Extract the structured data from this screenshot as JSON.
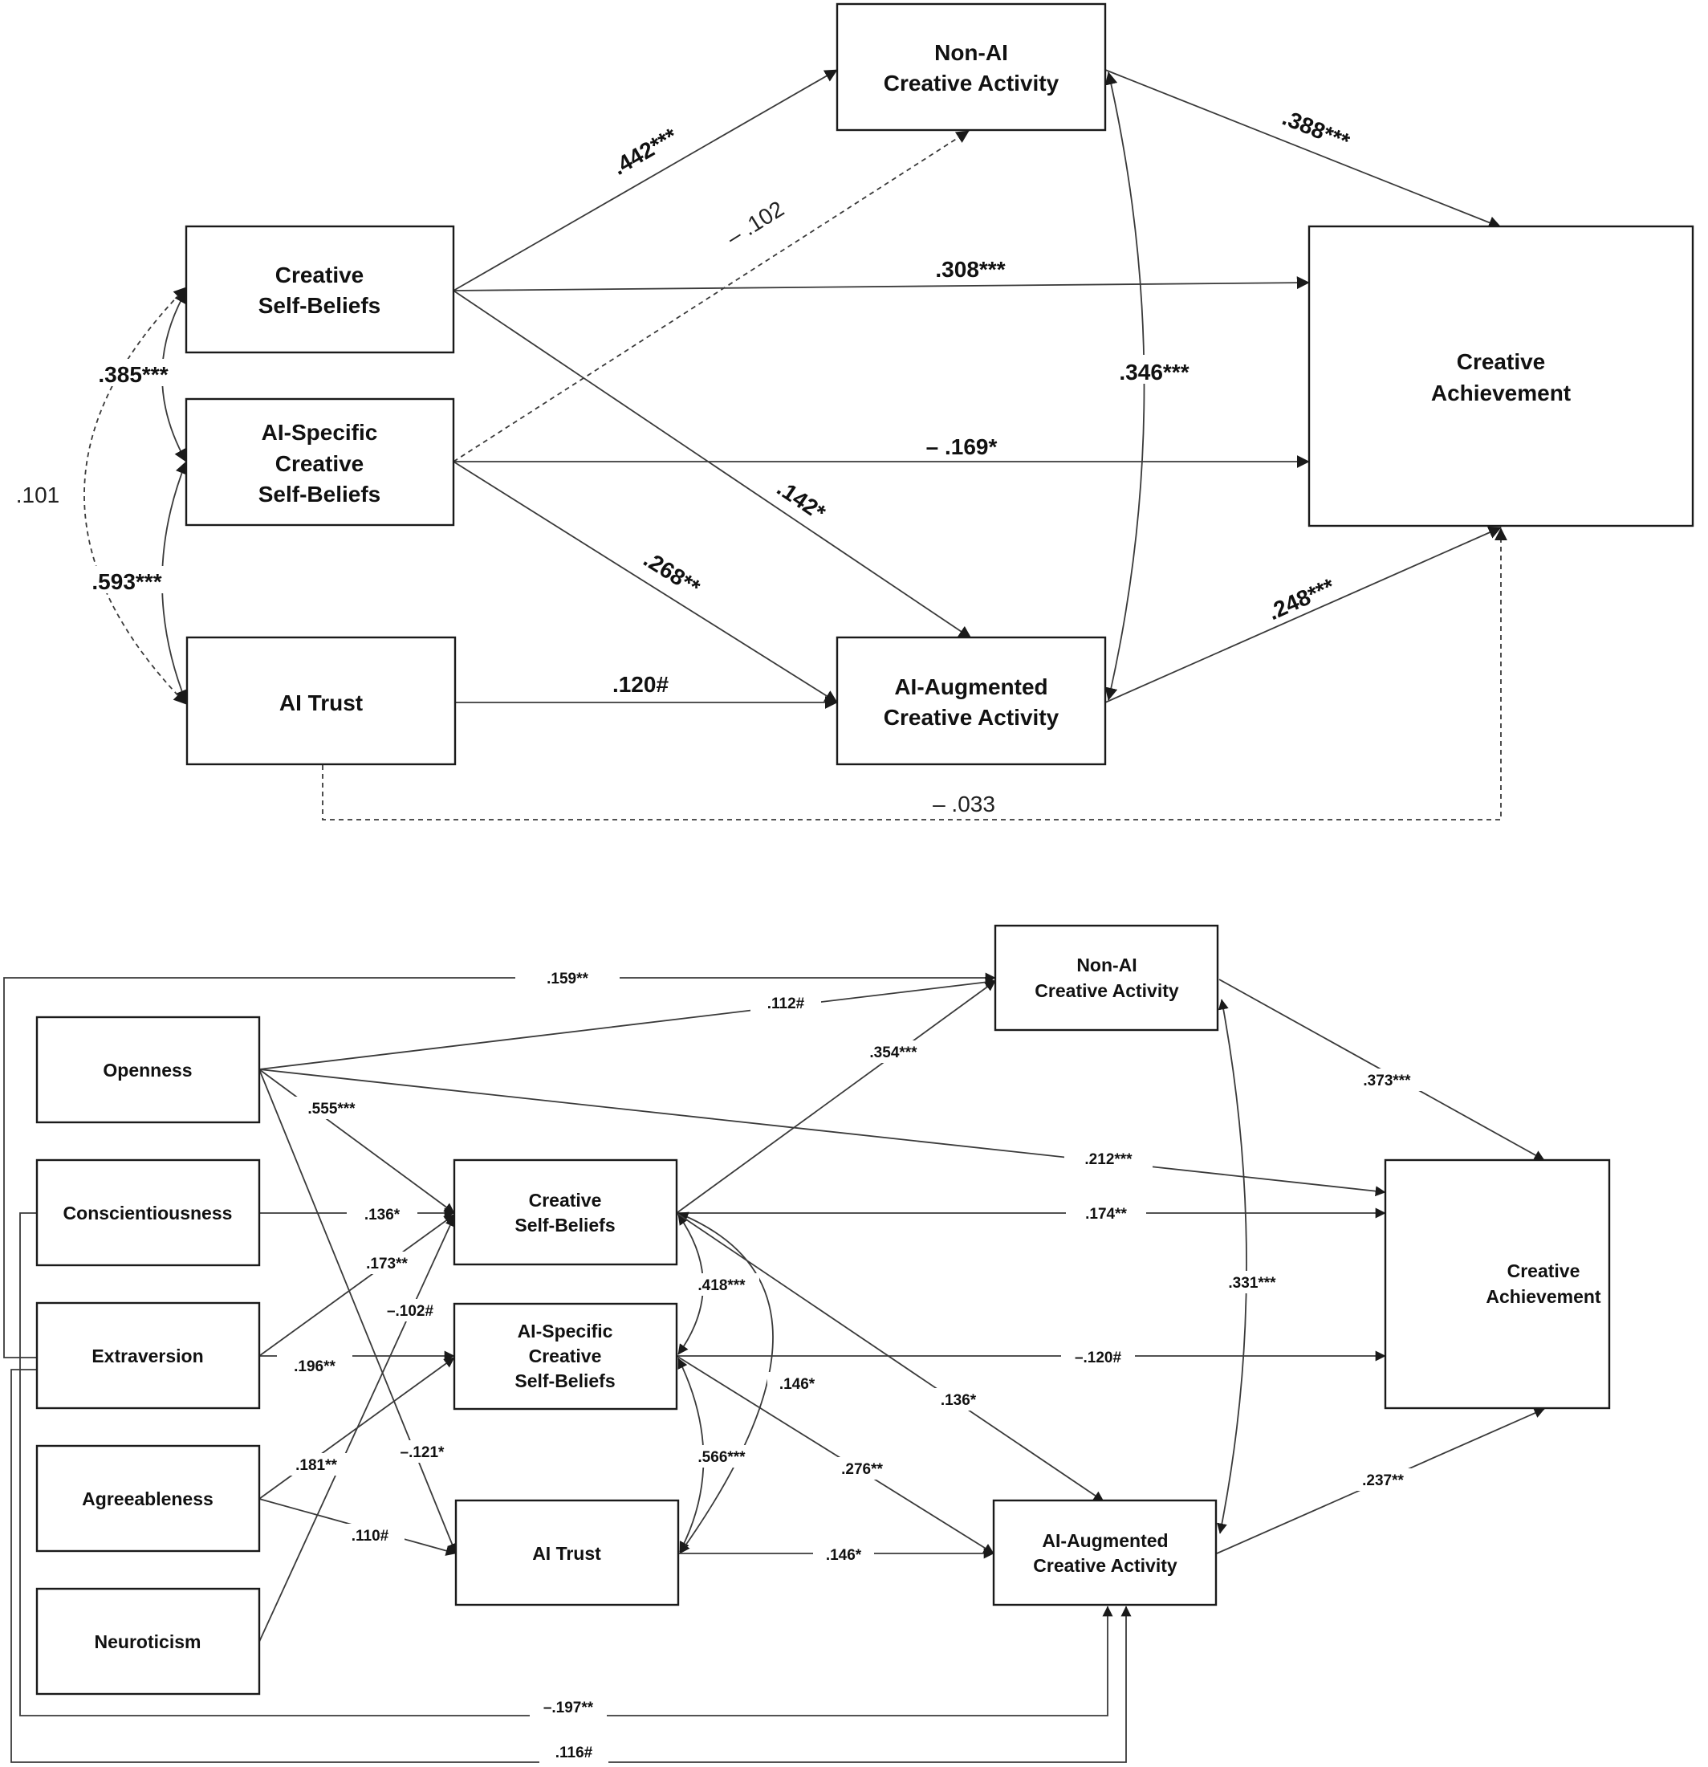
{
  "top_model": {
    "nodes": {
      "non_ai": [
        "Non-AI",
        "Creative Activity"
      ],
      "csb": [
        "Creative",
        "Self-Beliefs"
      ],
      "aicsb": [
        "AI-Specific",
        "Creative",
        "Self-Beliefs"
      ],
      "trust": [
        "AI Trust"
      ],
      "aug": [
        "AI-Augmented",
        "Creative Activity"
      ],
      "ach": [
        "Creative",
        "Achievement"
      ]
    },
    "paths": {
      "csb_nonai": ".442***",
      "aicsb_nonai": "– .102",
      "csb_ach": ".308***",
      "aicsb_ach": "– .169*",
      "csb_aug": ".142*",
      "aicsb_aug": ".268**",
      "trust_aug": ".120#",
      "nonai_ach": ".388***",
      "aug_ach": ".248***",
      "nonai_aug_cov": ".346***",
      "csb_aicsb_cov": ".385***",
      "aicsb_trust_cov": ".593***",
      "csb_trust_cov": ".101",
      "trust_ach": "– .033"
    }
  },
  "bottom_model": {
    "nodes": {
      "openness": "Openness",
      "conscientiousness": "Conscientiousness",
      "extraversion": "Extraversion",
      "agreeableness": "Agreeableness",
      "neuroticism": "Neuroticism",
      "csb": [
        "Creative",
        "Self-Beliefs"
      ],
      "aicsb": [
        "AI-Specific",
        "Creative",
        "Self-Beliefs"
      ],
      "trust": "AI Trust",
      "non_ai": [
        "Non-AI",
        "Creative Activity"
      ],
      "aug": [
        "AI-Augmented",
        "Creative Activity"
      ],
      "ach": [
        "Creative",
        "Achievement"
      ]
    },
    "paths": {
      "extra_nonai": ".159**",
      "open_nonai": ".112#",
      "csb_nonai": ".354***",
      "nonai_ach": ".373***",
      "open_csb": ".555***",
      "open_ach": ".212***",
      "csb_ach": ".174**",
      "consc_csb": ".136*",
      "extra_csb": ".173**",
      "neuro_csb": "–.102#",
      "extra_aicsb": ".196**",
      "agree_aicsb": ".181**",
      "open_trust": "–.121*",
      "agree_trust": ".110#",
      "csb_aicsb_cov": ".418***",
      "csb_trust_cov": ".146*",
      "aicsb_trust_cov": ".566***",
      "csb_aug": ".136*",
      "aicsb_aug": ".276**",
      "trust_aug": ".146*",
      "aicsb_ach": "–.120#",
      "nonai_aug_cov": ".331***",
      "aug_ach": ".237**",
      "consc_aug": "–.197**",
      "extra_aug": ".116#"
    }
  }
}
